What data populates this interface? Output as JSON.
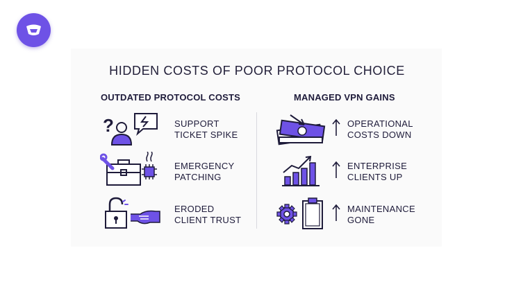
{
  "title": "HIDDEN COSTS OF POOR PROTOCOL CHOICE",
  "left_column": {
    "heading": "OUTDATED PROTOCOL COSTS",
    "items": [
      {
        "label_line1": "SUPPORT",
        "label_line2": "TICKET SPIKE",
        "icon": "confused-user-icon"
      },
      {
        "label_line1": "EMERGENCY",
        "label_line2": "PATCHING",
        "icon": "toolbox-chip-icon"
      },
      {
        "label_line1": "ERODED",
        "label_line2": "CLIENT TRUST",
        "icon": "unlocked-padlock-icon"
      }
    ]
  },
  "right_column": {
    "heading": "MANAGED VPN GAINS",
    "items": [
      {
        "label_line1": "OPERATIONAL",
        "label_line2": "COSTS DOWN",
        "icon": "money-stack-icon"
      },
      {
        "label_line1": "ENTERPRISE",
        "label_line2": "CLIENTS UP",
        "icon": "growth-bar-chart-icon"
      },
      {
        "label_line1": "MAINTENANCE",
        "label_line2": "GONE",
        "icon": "gear-clipboard-icon"
      }
    ]
  },
  "colors": {
    "accent": "#6e52e6",
    "text": "#1e1b3a",
    "divider": "#d9d9de"
  }
}
